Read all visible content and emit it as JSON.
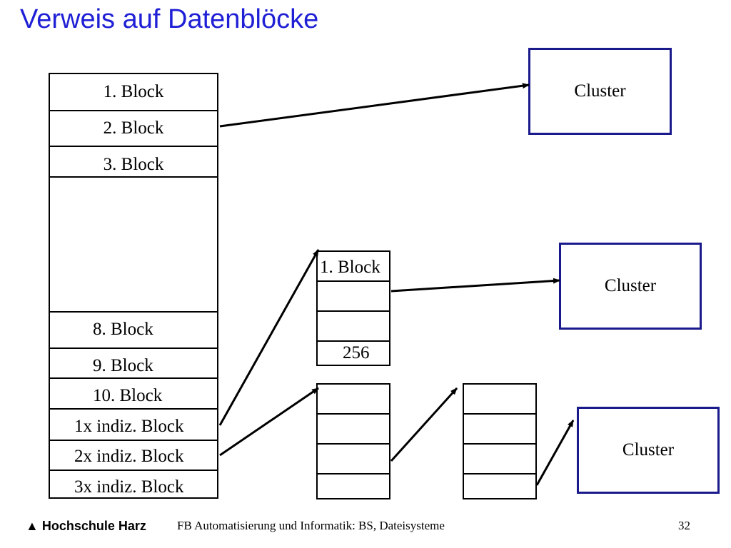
{
  "title": "Verweis auf Datenblöcke",
  "inode_blocks": {
    "block1": "1. Block",
    "block2": "2. Block",
    "block3": "3. Block",
    "block8": "8. Block",
    "block9": "9. Block",
    "block10": "10. Block",
    "indirect1": "1x indiz. Block",
    "indirect2": "2x indiz. Block",
    "indirect3": "3x indiz. Block"
  },
  "index_block": {
    "first_label": "1. Block",
    "last_label": "256"
  },
  "clusters": [
    "Cluster",
    "Cluster",
    "Cluster"
  ],
  "footer": {
    "logo": "Hochschule Harz",
    "text": "FB Automatisierung und Informatik: BS, Dateisysteme",
    "page": "32"
  }
}
